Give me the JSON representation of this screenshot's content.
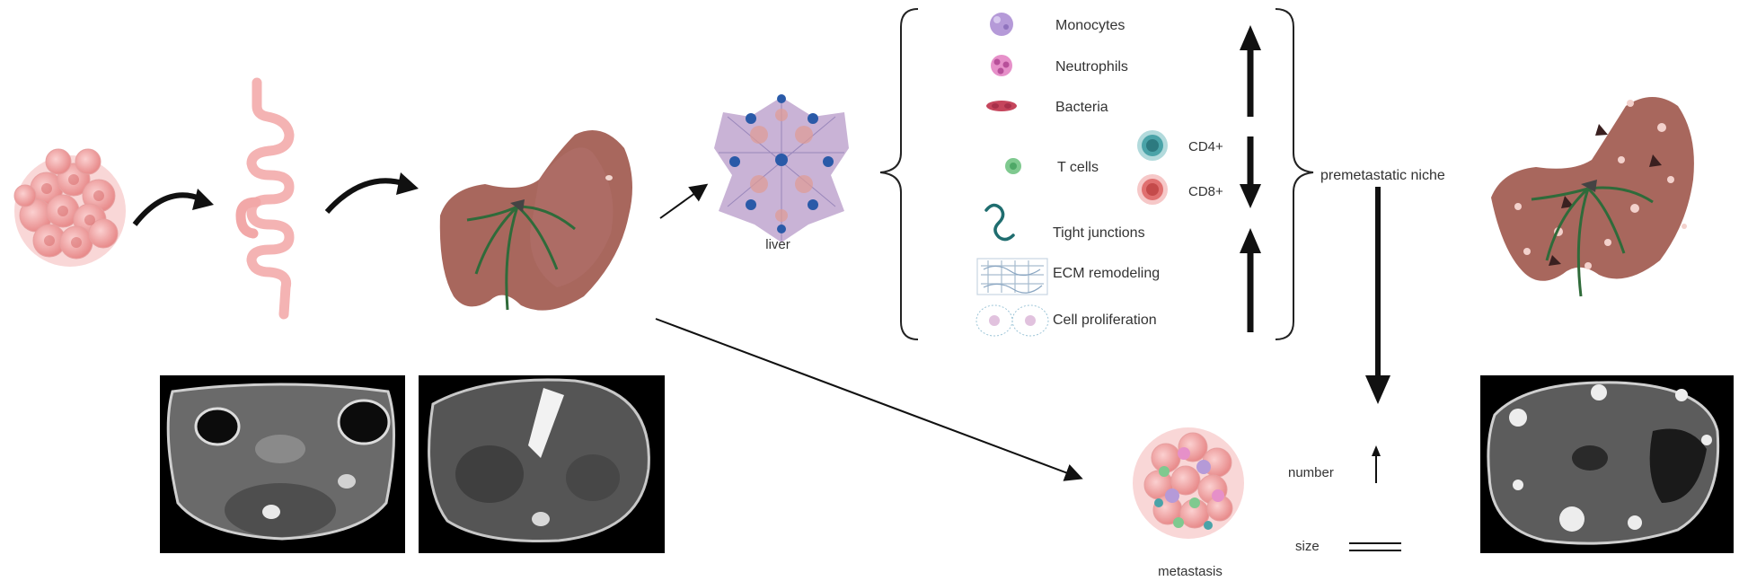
{
  "labels": {
    "liver": "liver",
    "monocytes": "Monocytes",
    "neutrophils": "Neutrophils",
    "bacteria": "Bacteria",
    "t_cells": "T cells",
    "cd4": "CD4+",
    "cd8": "CD8+",
    "tight_junctions": "Tight junctions",
    "ecm_remodeling": "ECM remodeling",
    "cell_proliferation": "Cell proliferation",
    "premetastatic_niche": "premetastatic niche",
    "metastasis": "metastasis",
    "number": "number",
    "size": "size"
  },
  "changes": {
    "monocytes_neutrophils_bacteria": "increase",
    "t_cells": "decrease",
    "tight_junctions_ecm_proliferation": "increase",
    "metastasis_number": "increase",
    "metastasis_size": "unchanged"
  },
  "colors": {
    "tumor_pink": "#f2a3a3",
    "intestine_pink": "#f4b3b3",
    "liver_brown": "#a8675d",
    "liver_dark": "#8d524a",
    "vessel_green": "#2f6b3a",
    "monocyte_purple": "#b59ad8",
    "neutrophil_pink": "#e690c9",
    "bacteria_red": "#c5455c",
    "tcell_green": "#7fc98f",
    "cd4_teal": "#4aa3a8",
    "cd8_red": "#e07070",
    "junction_teal": "#1f6d6f"
  },
  "icons": [
    "tumor-cluster-icon",
    "intestine-icon",
    "liver-icon",
    "liver-lobule-icon",
    "monocyte-icon",
    "neutrophil-icon",
    "bacteria-icon",
    "t-cell-icon",
    "cd4-cell-icon",
    "cd8-cell-icon",
    "tight-junction-icon",
    "ecm-icon",
    "cell-proliferation-icon",
    "metastasis-cluster-icon",
    "metastatic-liver-icon"
  ]
}
